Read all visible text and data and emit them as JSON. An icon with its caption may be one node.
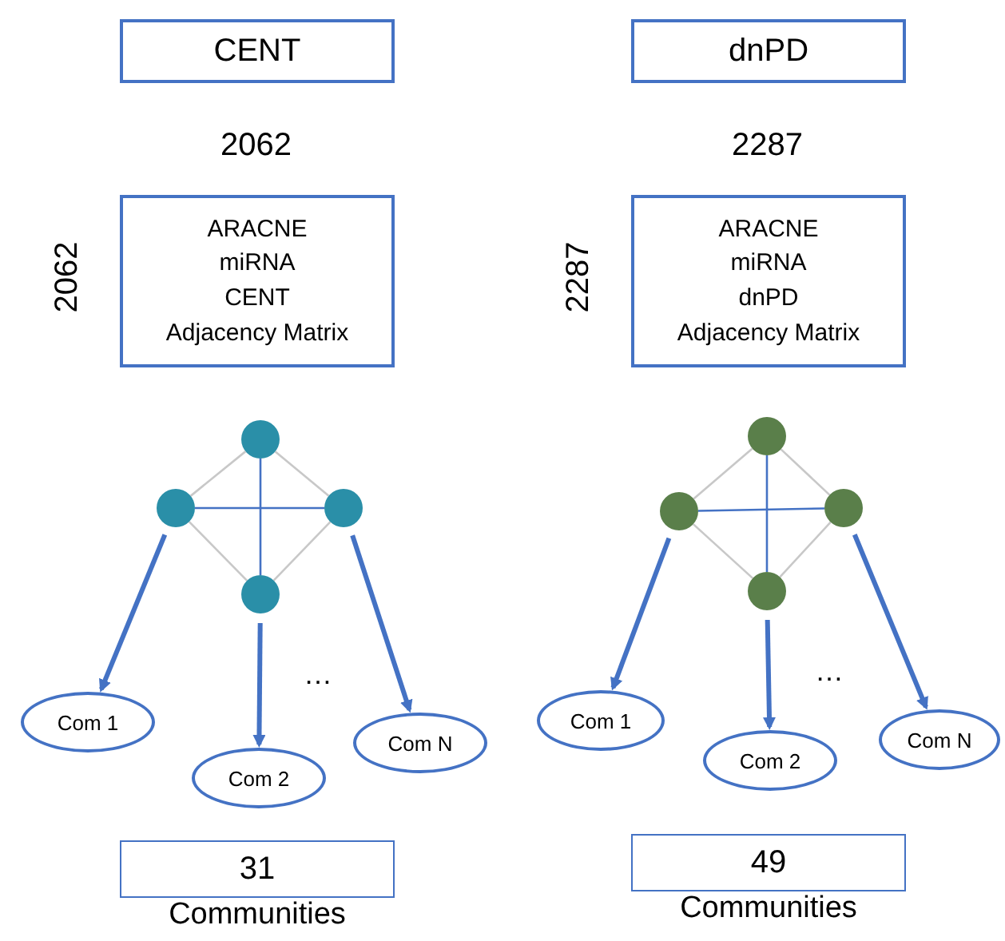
{
  "diagram": {
    "nodes": [
      {
        "text": [
          "CENT"
        ]
      },
      {
        "text": [
          "ARACNE",
          "miRNA",
          "CENT",
          "Adjacency Matrix"
        ],
        "beside": [
          "2062",
          "2062"
        ]
      },
      {
        "text": [],
        "shape": "circle"
      },
      {
        "text": [],
        "shape": "circle"
      },
      {
        "text": [],
        "shape": "circle"
      },
      {
        "text": [],
        "shape": "circle"
      },
      {
        "text": [
          "Com 1"
        ]
      },
      {
        "text": [
          "Com 2"
        ]
      },
      {
        "text": [
          "Com N"
        ]
      },
      {
        "text": [
          "31",
          "Communities"
        ]
      },
      {
        "text": [
          "dnPD"
        ]
      },
      {
        "text": [
          "ARACNE",
          "miRNA",
          "dnPD",
          "Adjacency Matrix"
        ],
        "beside": [
          "2287",
          "2287"
        ]
      },
      {
        "text": [],
        "shape": "circle"
      },
      {
        "text": [],
        "shape": "circle"
      },
      {
        "text": [],
        "shape": "circle"
      },
      {
        "text": [],
        "shape": "circle"
      },
      {
        "text": [
          "Com 1"
        ]
      },
      {
        "text": [
          "Com 2"
        ]
      },
      {
        "text": [
          "Com N"
        ]
      },
      {
        "text": [
          "49",
          "Communities"
        ]
      }
    ],
    "edges": [
      {
        "from": 2,
        "to": 3,
        "arrow": "none",
        "color": "#c8c8c8"
      },
      {
        "from": 2,
        "to": 4,
        "arrow": "none",
        "color": "#c8c8c8"
      },
      {
        "from": 3,
        "to": 5,
        "arrow": "none",
        "color": "#c8c8c8"
      },
      {
        "from": 4,
        "to": 5,
        "arrow": "none",
        "color": "#c8c8c8"
      },
      {
        "from": 2,
        "to": 5,
        "arrow": "none"
      },
      {
        "from": 3,
        "to": 4,
        "arrow": "none"
      },
      {
        "from": 3,
        "to": 6,
        "arrow": "to",
        "style": "thick"
      },
      {
        "from": 5,
        "to": 7,
        "arrow": "to",
        "style": "thick"
      },
      {
        "from": 4,
        "to": 8,
        "arrow": "to",
        "style": "thick"
      },
      {
        "from": 12,
        "to": 13,
        "arrow": "none",
        "color": "#c8c8c8"
      },
      {
        "from": 12,
        "to": 14,
        "arrow": "none",
        "color": "#c8c8c8"
      },
      {
        "from": 13,
        "to": 15,
        "arrow": "none",
        "color": "#c8c8c8"
      },
      {
        "from": 14,
        "to": 15,
        "arrow": "none",
        "color": "#c8c8c8"
      },
      {
        "from": 12,
        "to": 15,
        "arrow": "none"
      },
      {
        "from": 13,
        "to": 14,
        "arrow": "none"
      },
      {
        "from": 13,
        "to": 16,
        "arrow": "to",
        "style": "thick"
      },
      {
        "from": 15,
        "to": 17,
        "arrow": "to",
        "style": "thick"
      },
      {
        "from": 14,
        "to": 18,
        "arrow": "to",
        "style": "thick"
      }
    ],
    "labels": [
      "…",
      "…"
    ]
  }
}
